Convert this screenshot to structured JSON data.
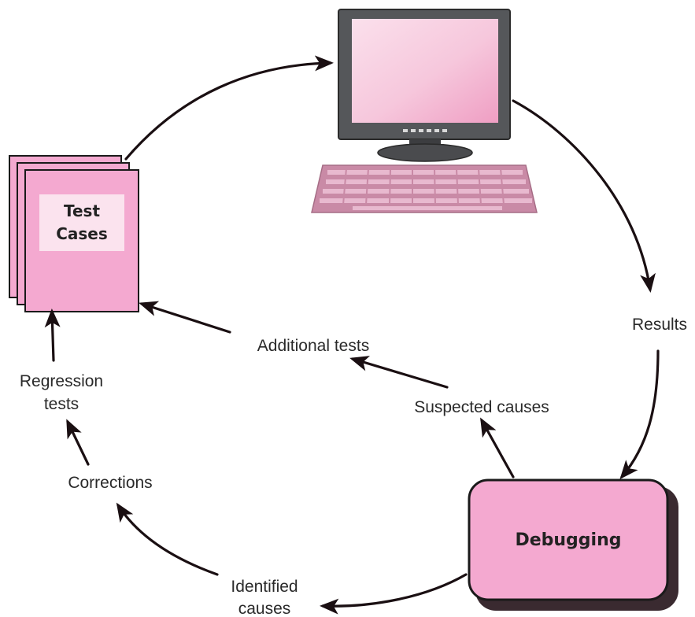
{
  "nodes": {
    "test_cases": {
      "line1": "Test",
      "line2": "Cases"
    },
    "debugging": "Debugging"
  },
  "labels": {
    "results": "Results",
    "additional_tests": "Additional tests",
    "suspected_causes": "Suspected causes",
    "regression_tests_1": "Regression",
    "regression_tests_2": "tests",
    "corrections": "Corrections",
    "identified_causes_1": "Identified",
    "identified_causes_2": "causes"
  },
  "colors": {
    "pink_fill": "#f4a9d0",
    "pink_light": "#fbe3ee",
    "outline": "#1a1a1a",
    "arrow": "#1a0f12",
    "keyboard": "#c98aa6"
  }
}
